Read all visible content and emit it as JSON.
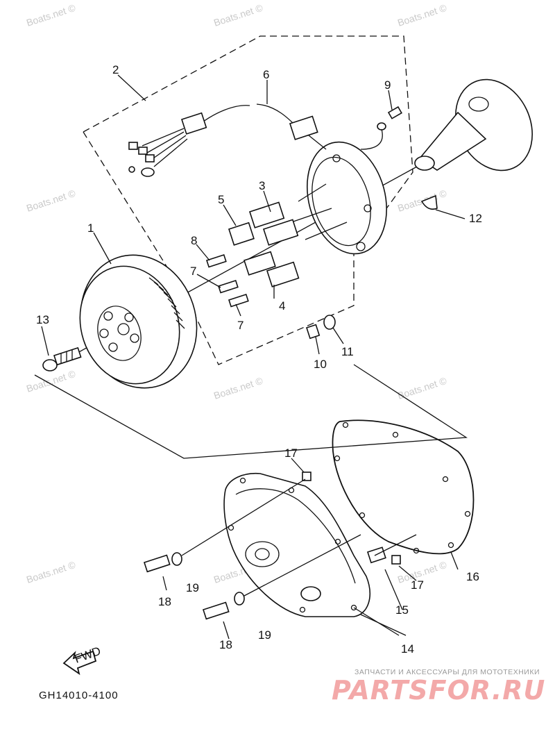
{
  "watermark": "Boats.net ©",
  "diagram_code": "GH14010-4100",
  "fwd_label": "FWD",
  "brand": {
    "tagline": "ЗАПЧАСТИ И АКСЕССУАРЫ ДЛЯ МОТОТЕХНИКИ",
    "logo": "PARTSFOR.RU"
  },
  "callouts": {
    "c1": "1",
    "c2": "2",
    "c3": "3",
    "c4": "4",
    "c5": "5",
    "c6": "6",
    "c7a": "7",
    "c7b": "7",
    "c8": "8",
    "c9": "9",
    "c10": "10",
    "c11": "11",
    "c12": "12",
    "c13": "13",
    "c14": "14",
    "c15": "15",
    "c16": "16",
    "c17a": "17",
    "c17b": "17",
    "c18a": "18",
    "c18b": "18",
    "c19a": "19",
    "c19b": "19"
  }
}
